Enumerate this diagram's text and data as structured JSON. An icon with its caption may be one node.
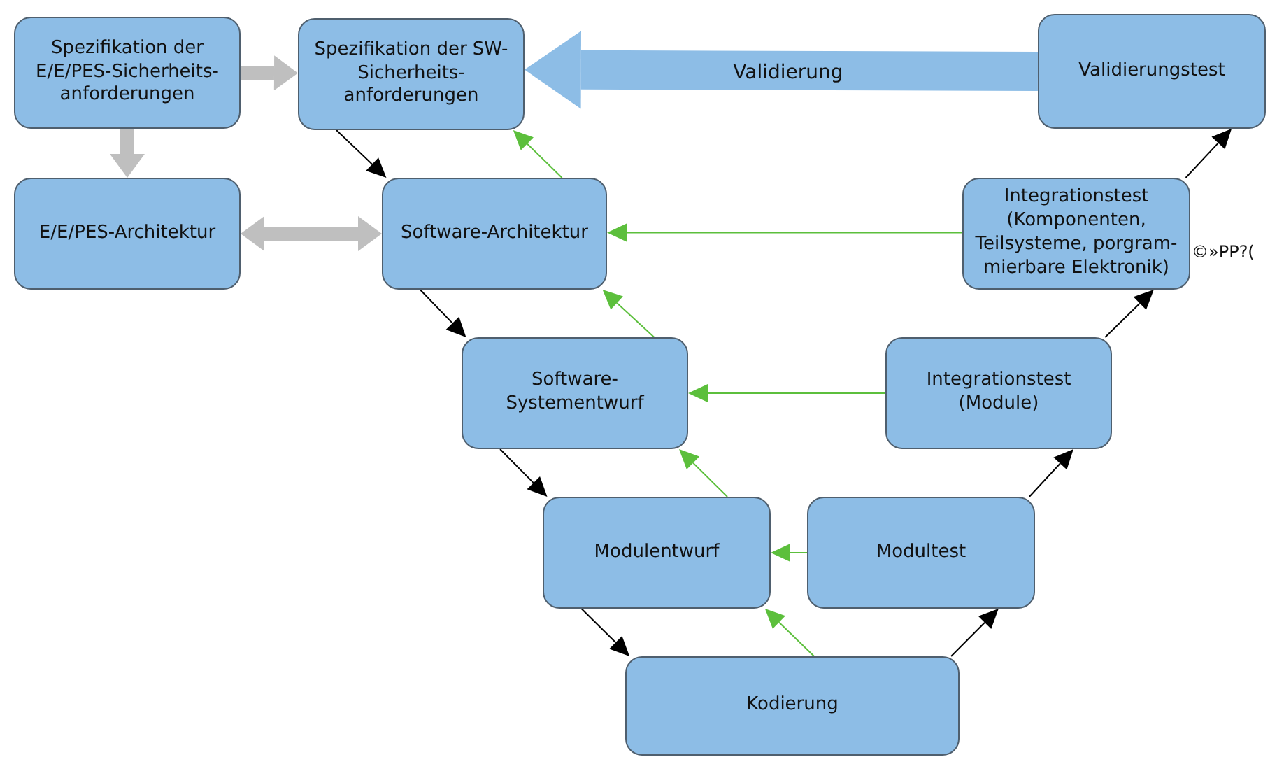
{
  "diagram": {
    "nodes": [
      {
        "text": [
          "Spezifikation der E/E/PES-Sicherheits-anforderungen"
        ]
      },
      {
        "text": [
          "Spezifikation der SW-Sicherheits-anforderungen"
        ]
      },
      {
        "text": [
          "Validierungstest"
        ]
      },
      {
        "text": [
          "E/E/PES-Architektur"
        ]
      },
      {
        "text": [
          "Software-Architektur"
        ]
      },
      {
        "text": [
          "Integrationstest (Komponenten, Teilsysteme, porgram-mierbare Elektronik)"
        ],
        "beside": [
          "©»PP?("
        ]
      },
      {
        "text": [
          "Software-Systementwurf"
        ]
      },
      {
        "text": [
          "Integrationstest (Module)"
        ]
      },
      {
        "text": [
          "Modulentwurf"
        ]
      },
      {
        "text": [
          "Modultest"
        ]
      },
      {
        "text": [
          "Kodierung"
        ]
      }
    ],
    "edges": [
      {
        "from": 0,
        "to": 1,
        "arrow": "to",
        "style": "thick",
        "color": "#bfbfbf"
      },
      {
        "from": 0,
        "to": 3,
        "arrow": "to",
        "style": "thick",
        "color": "#bfbfbf"
      },
      {
        "from": 3,
        "to": 4,
        "arrow": "both",
        "style": "thick",
        "color": "#bfbfbf"
      },
      {
        "from": 2,
        "to": 1,
        "arrow": "to",
        "label": "Validierung",
        "style": "thick",
        "color": "#8dbde6"
      },
      {
        "from": 1,
        "to": 4,
        "arrow": "to"
      },
      {
        "from": 4,
        "to": 6,
        "arrow": "to"
      },
      {
        "from": 6,
        "to": 8,
        "arrow": "to"
      },
      {
        "from": 8,
        "to": 10,
        "arrow": "to"
      },
      {
        "from": 10,
        "to": 9,
        "arrow": "to"
      },
      {
        "from": 9,
        "to": 7,
        "arrow": "to"
      },
      {
        "from": 7,
        "to": 5,
        "arrow": "to"
      },
      {
        "from": 5,
        "to": 2,
        "arrow": "to"
      },
      {
        "from": 4,
        "to": 1,
        "arrow": "to",
        "color": "#5cbf3c"
      },
      {
        "from": 6,
        "to": 4,
        "arrow": "to",
        "color": "#5cbf3c"
      },
      {
        "from": 8,
        "to": 6,
        "arrow": "to",
        "color": "#5cbf3c"
      },
      {
        "from": 10,
        "to": 8,
        "arrow": "to",
        "color": "#5cbf3c"
      },
      {
        "from": 5,
        "to": 4,
        "arrow": "to",
        "color": "#5cbf3c"
      },
      {
        "from": 7,
        "to": 6,
        "arrow": "to",
        "color": "#5cbf3c"
      },
      {
        "from": 9,
        "to": 8,
        "arrow": "to",
        "color": "#5cbf3c"
      }
    ]
  }
}
